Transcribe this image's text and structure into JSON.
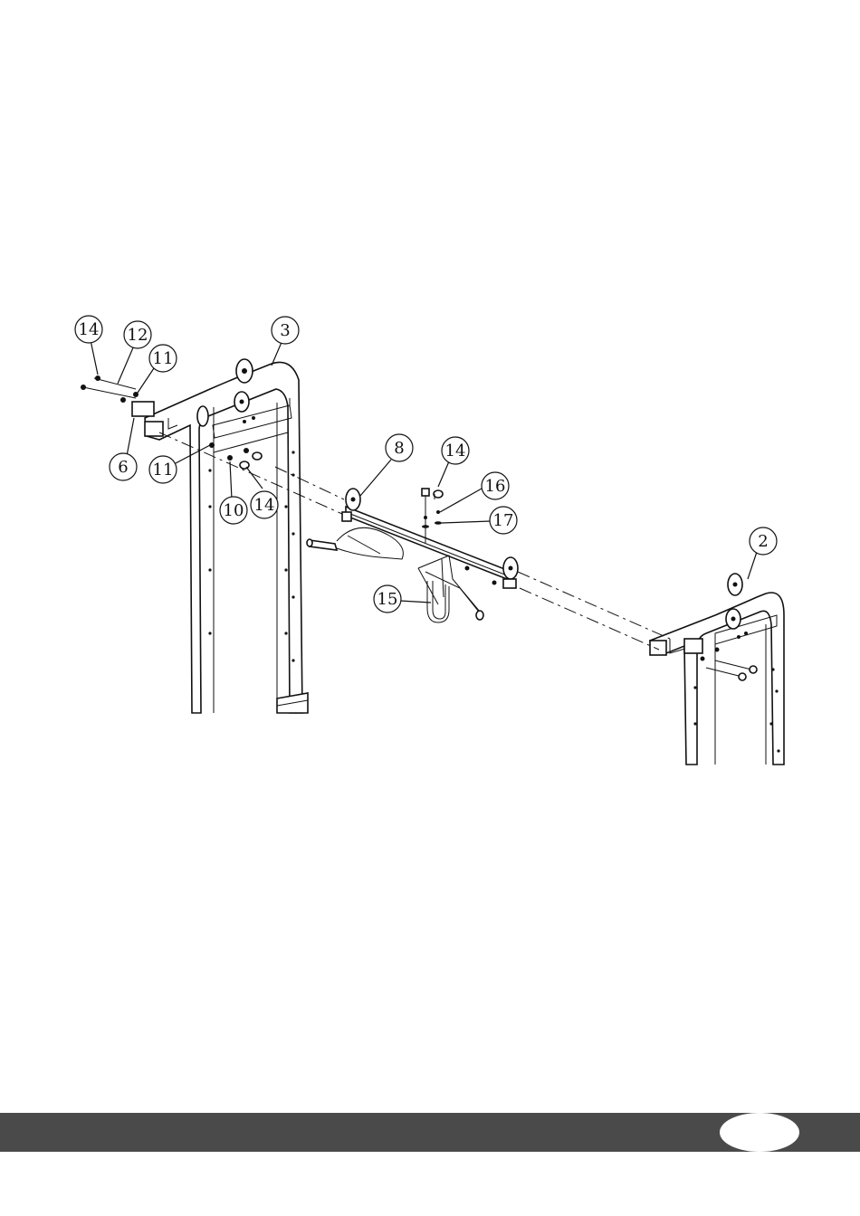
{
  "diagram": {
    "callouts": [
      {
        "id": "c14a",
        "label": "14"
      },
      {
        "id": "c12",
        "label": "12"
      },
      {
        "id": "c11a",
        "label": "11"
      },
      {
        "id": "c3",
        "label": "3"
      },
      {
        "id": "c6",
        "label": "6"
      },
      {
        "id": "c11b",
        "label": "11"
      },
      {
        "id": "c10",
        "label": "10"
      },
      {
        "id": "c14b",
        "label": "14"
      },
      {
        "id": "c8",
        "label": "8"
      },
      {
        "id": "c14c",
        "label": "14"
      },
      {
        "id": "c16",
        "label": "16"
      },
      {
        "id": "c17",
        "label": "17"
      },
      {
        "id": "c2",
        "label": "2"
      },
      {
        "id": "c15",
        "label": "15"
      }
    ]
  },
  "footer": {
    "page_number": ""
  },
  "colors": {
    "footer_bar": "#4a4a4a",
    "line": "#111111"
  }
}
